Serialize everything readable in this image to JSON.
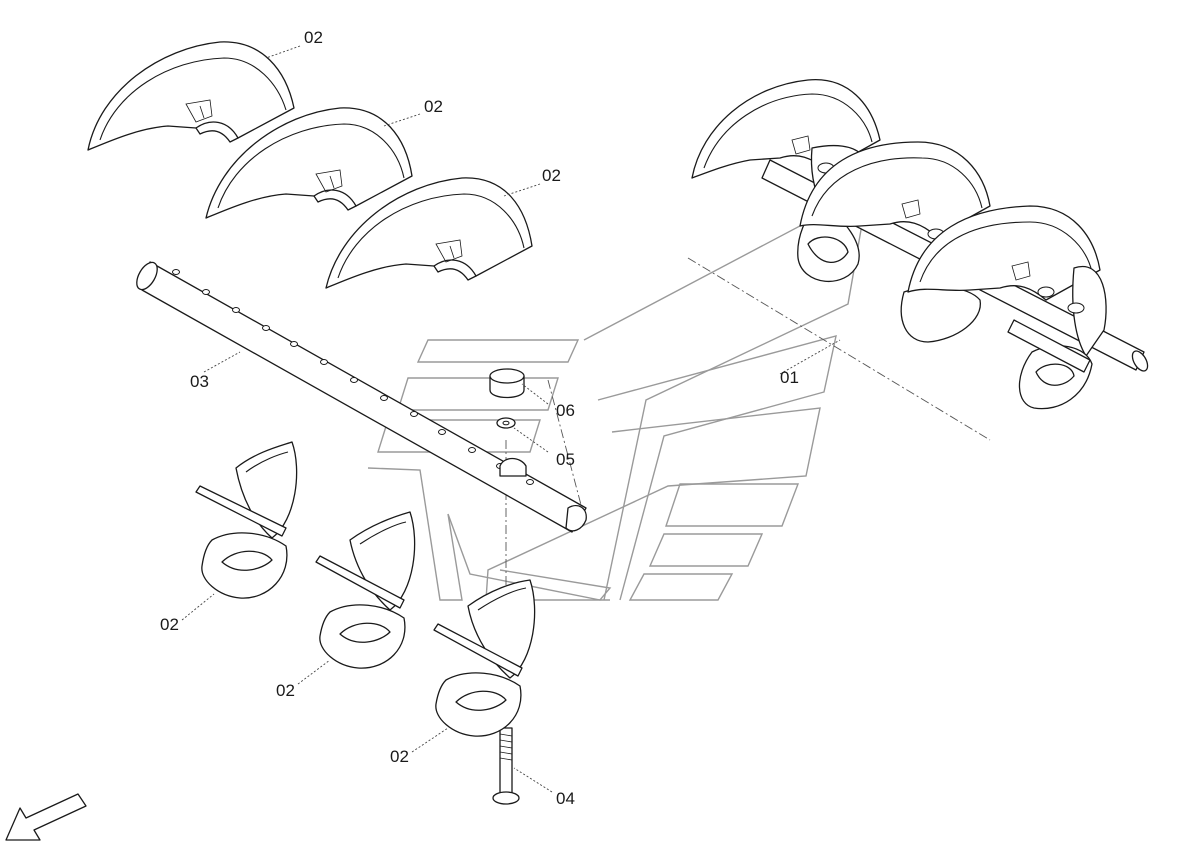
{
  "diagram": {
    "callouts": {
      "shell_top_1": "02",
      "shell_top_2": "02",
      "shell_top_3": "02",
      "assembly": "01",
      "shaft": "03",
      "cap": "06",
      "washer": "05",
      "shell_bottom_1": "02",
      "shell_bottom_2": "02",
      "shell_bottom_3": "02",
      "bolt": "04"
    },
    "icons": {
      "orientation": "arrow-down-left-icon",
      "watermark": "brand-watermark-logo"
    },
    "colors": {
      "line": "#1a1a1a",
      "watermark": "#9a9a9a",
      "background": "#ffffff"
    }
  }
}
